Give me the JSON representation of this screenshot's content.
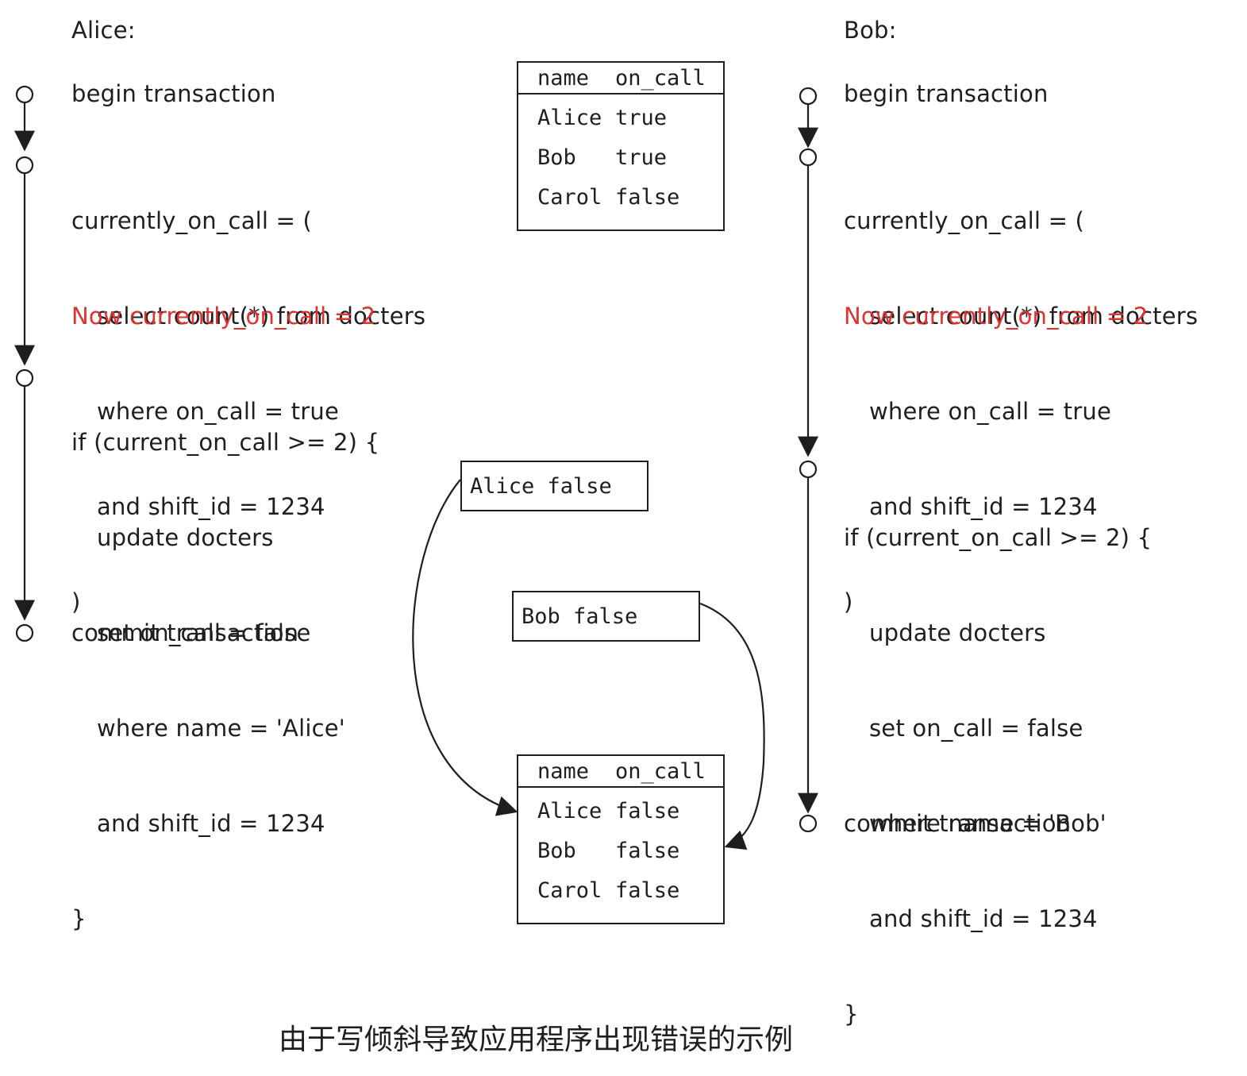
{
  "alice": {
    "title": "Alice:",
    "begin": "begin transaction",
    "select": [
      "currently_on_call = (",
      "select count(*) from docters",
      "where on_call = true",
      "and shift_id = 1234",
      ")"
    ],
    "now": "Now currently_on_call = 2",
    "update": [
      "if (current_on_call >= 2) {",
      "update docters",
      "set on_call = false",
      "where name = 'Alice'",
      "and shift_id = 1234",
      "}"
    ],
    "commit": "commit transaction"
  },
  "bob": {
    "title": "Bob:",
    "begin": "begin transaction",
    "select": [
      "currently_on_call = (",
      "select count(*) from docters",
      "where on_call = true",
      "and shift_id = 1234",
      ")"
    ],
    "now": "Now currently_on_call = 2",
    "update": [
      "if (current_on_call >= 2) {",
      "update docters",
      "set on_call = false",
      "where name = 'Bob'",
      "and shift_id = 1234",
      "}"
    ],
    "commit": "commit transaction"
  },
  "table_before": {
    "headers": [
      "name",
      "on_call"
    ],
    "rows": [
      [
        "Alice",
        "true"
      ],
      [
        "Bob",
        "true"
      ],
      [
        "Carol",
        "false"
      ]
    ]
  },
  "write_alice": "Alice false",
  "write_bob": "Bob false",
  "table_after": {
    "headers": [
      "name",
      "on_call"
    ],
    "rows": [
      [
        "Alice",
        "false"
      ],
      [
        "Bob",
        "false"
      ],
      [
        "Carol",
        "false"
      ]
    ]
  },
  "caption": "由于写倾斜导致应用程序出现错误的示例",
  "colors": {
    "ink": "#1e1e1e",
    "highlight": "#e03131"
  }
}
